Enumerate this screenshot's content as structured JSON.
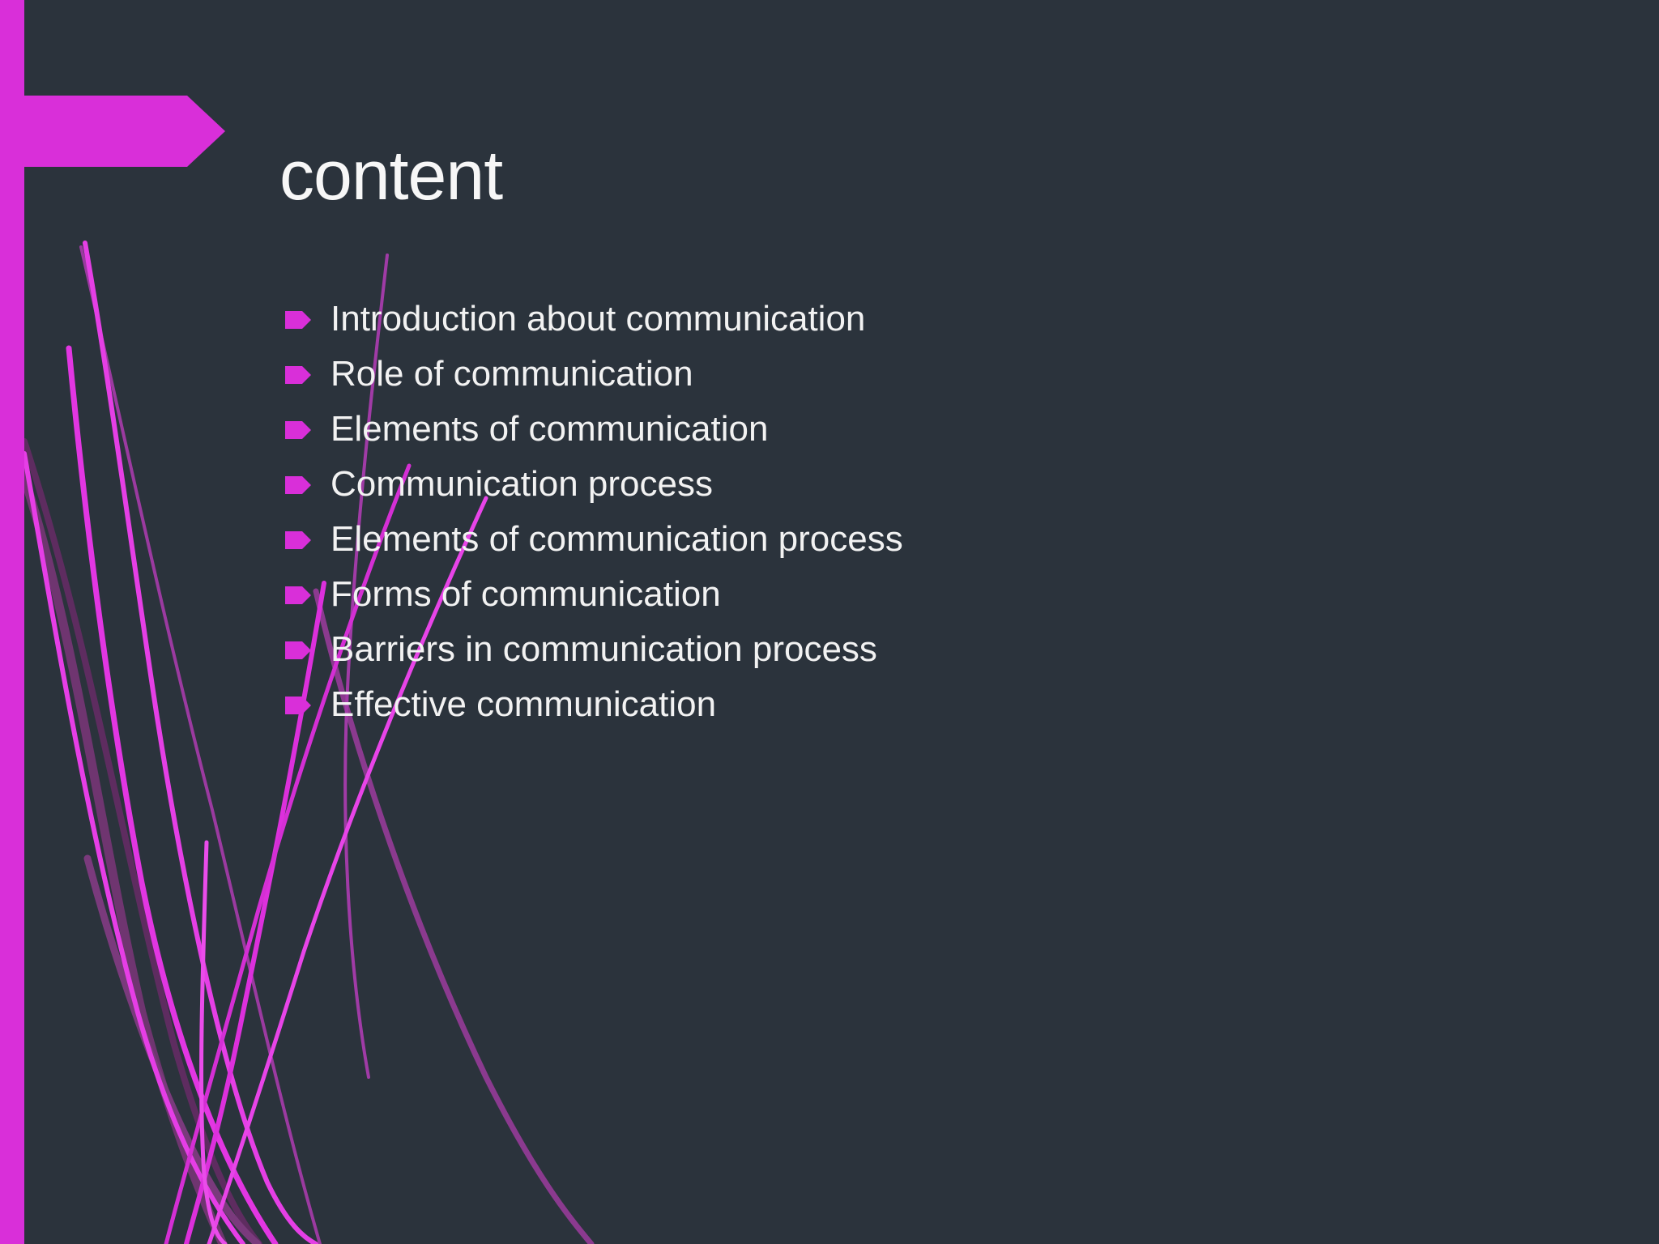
{
  "slide": {
    "title": "content",
    "background_color": "#2b333c",
    "accent_color": "#d92fd9",
    "text_color": "#f2f2f2",
    "decor_bright_color": "#e53fe5",
    "decor_dark_color": "#6f3570"
  },
  "bullets": [
    {
      "marker": "arrow-bullet-icon",
      "label": "Introduction about communication"
    },
    {
      "marker": "arrow-bullet-icon",
      "label": "Role of communication"
    },
    {
      "marker": "arrow-bullet-icon",
      "label": "Elements of communication"
    },
    {
      "marker": "arrow-bullet-icon",
      "label": "Communication process"
    },
    {
      "marker": "arrow-bullet-icon",
      "label": "Elements of communication process"
    },
    {
      "marker": "arrow-bullet-icon",
      "label": "Forms of communication"
    },
    {
      "marker": "arrow-bullet-icon",
      "label": "Barriers in communication process"
    },
    {
      "marker": "arrow-bullet-icon",
      "label": "Effective communication"
    }
  ]
}
